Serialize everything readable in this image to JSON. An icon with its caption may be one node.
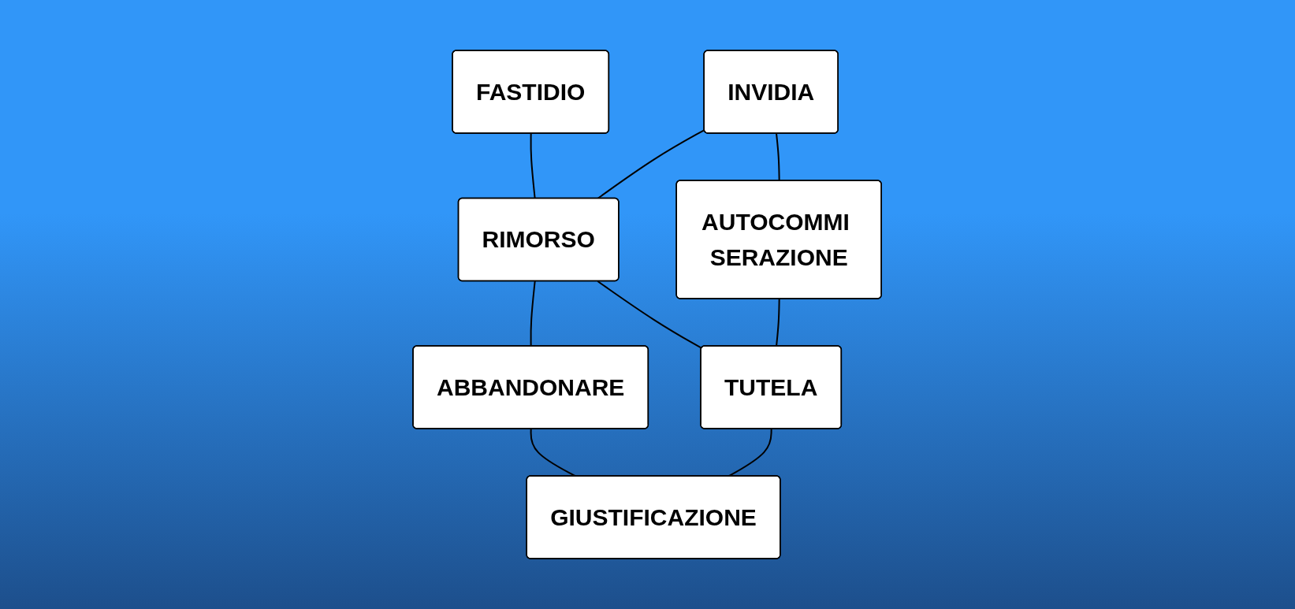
{
  "diagram": {
    "nodes": [
      {
        "text": [
          "FASTIDIO"
        ]
      },
      {
        "text": [
          "INVIDIA"
        ]
      },
      {
        "text": [
          "RIMORSO"
        ]
      },
      {
        "text": [
          "ABBANDONARE"
        ]
      },
      {
        "text": [
          "AUTOCOMMI SERAZIONE"
        ]
      },
      {
        "text": [
          "TUTELA"
        ]
      },
      {
        "text": [
          "GIUSTIFICAZIONE"
        ]
      }
    ],
    "edges": [
      {
        "from": 0,
        "to": 2,
        "arrow": "none"
      },
      {
        "from": 1,
        "to": 2,
        "arrow": "none"
      },
      {
        "from": 2,
        "to": 3,
        "arrow": "none"
      },
      {
        "from": 1,
        "to": 4,
        "arrow": "none"
      },
      {
        "from": 2,
        "to": 5,
        "arrow": "none"
      },
      {
        "from": 3,
        "to": 6,
        "arrow": "none"
      },
      {
        "from": 4,
        "to": 5,
        "arrow": "none"
      },
      {
        "from": 5,
        "to": 6,
        "arrow": "none"
      }
    ]
  }
}
